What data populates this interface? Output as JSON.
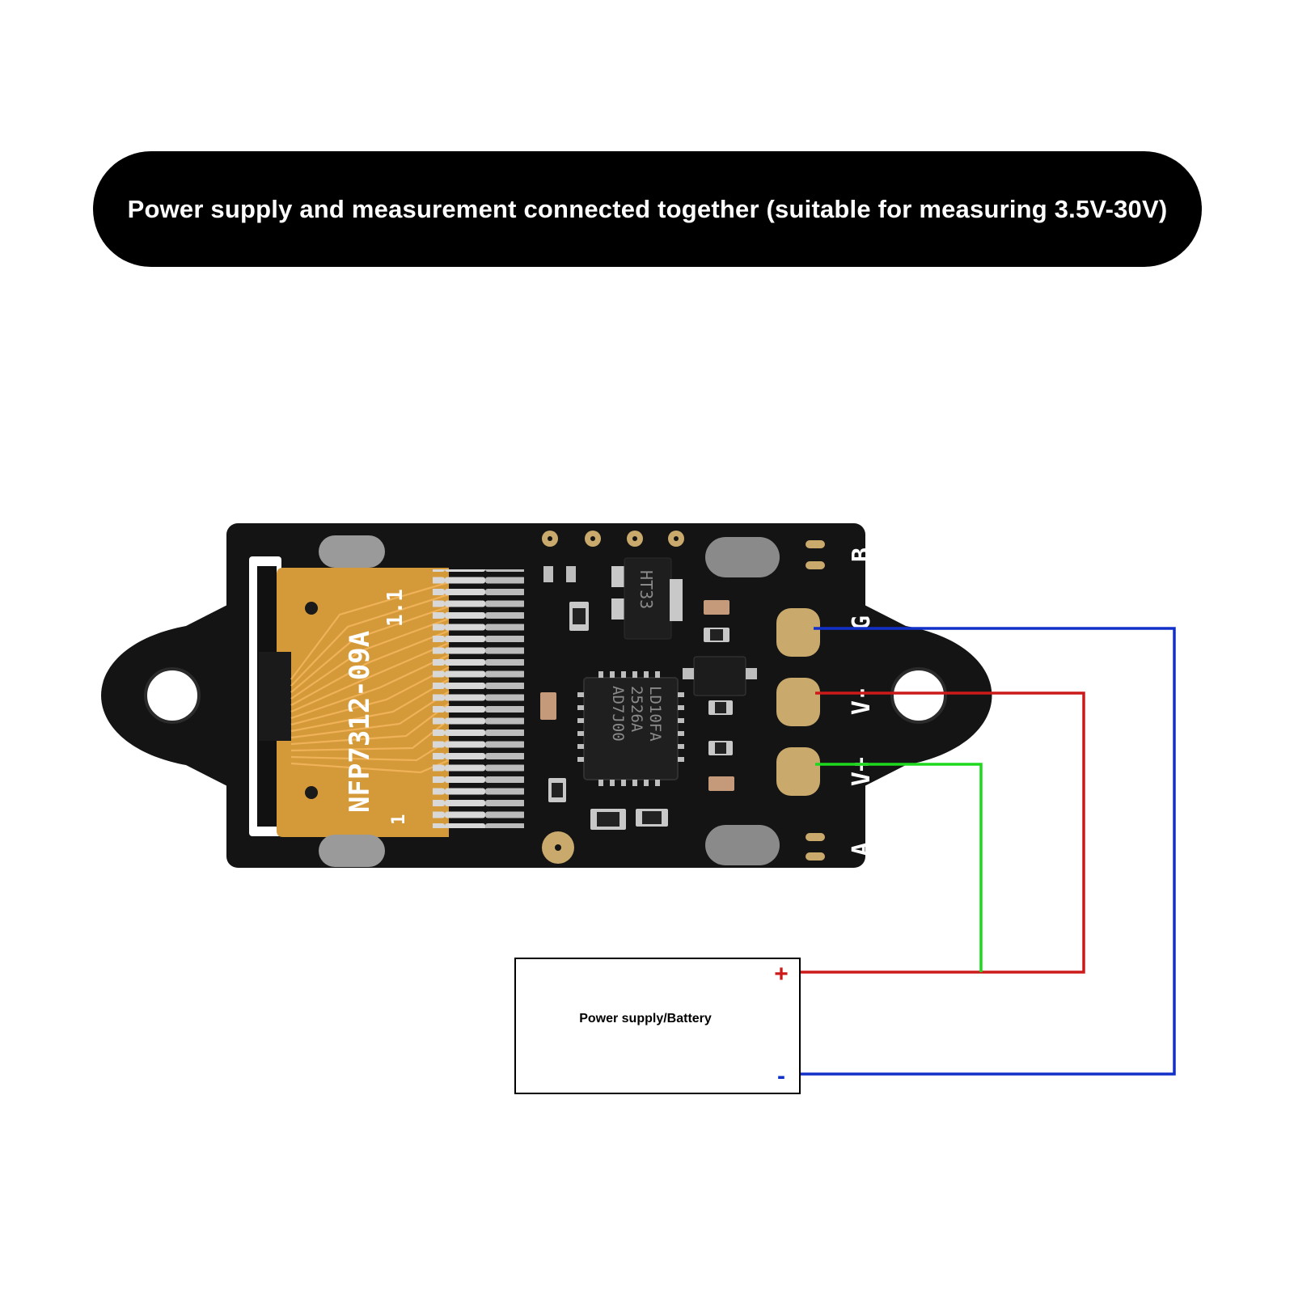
{
  "banner": {
    "title": "Power supply and measurement connected together (suitable for measuring 3.5V-30V)"
  },
  "board": {
    "pin_labels": {
      "b": "B",
      "g": "G",
      "v_minus": "V-",
      "v_plus": "V+",
      "a": "A"
    },
    "ribbon_marking": "NFP7312-09A",
    "ribbon_version": "1.1",
    "pin_one": "1",
    "regulator_marking": "HT33",
    "ic_lines": [
      "LD10FA",
      "2526A",
      "AD7J00"
    ]
  },
  "power_supply": {
    "label": "Power supply/Battery",
    "plus": "+",
    "minus": "-"
  },
  "colors": {
    "wire_blue": "#1030c8",
    "wire_red": "#cc1a1a",
    "wire_green": "#1ed81e",
    "pcb": "#141414",
    "gold": "#c9a96c",
    "flex": "#d49a3a"
  }
}
